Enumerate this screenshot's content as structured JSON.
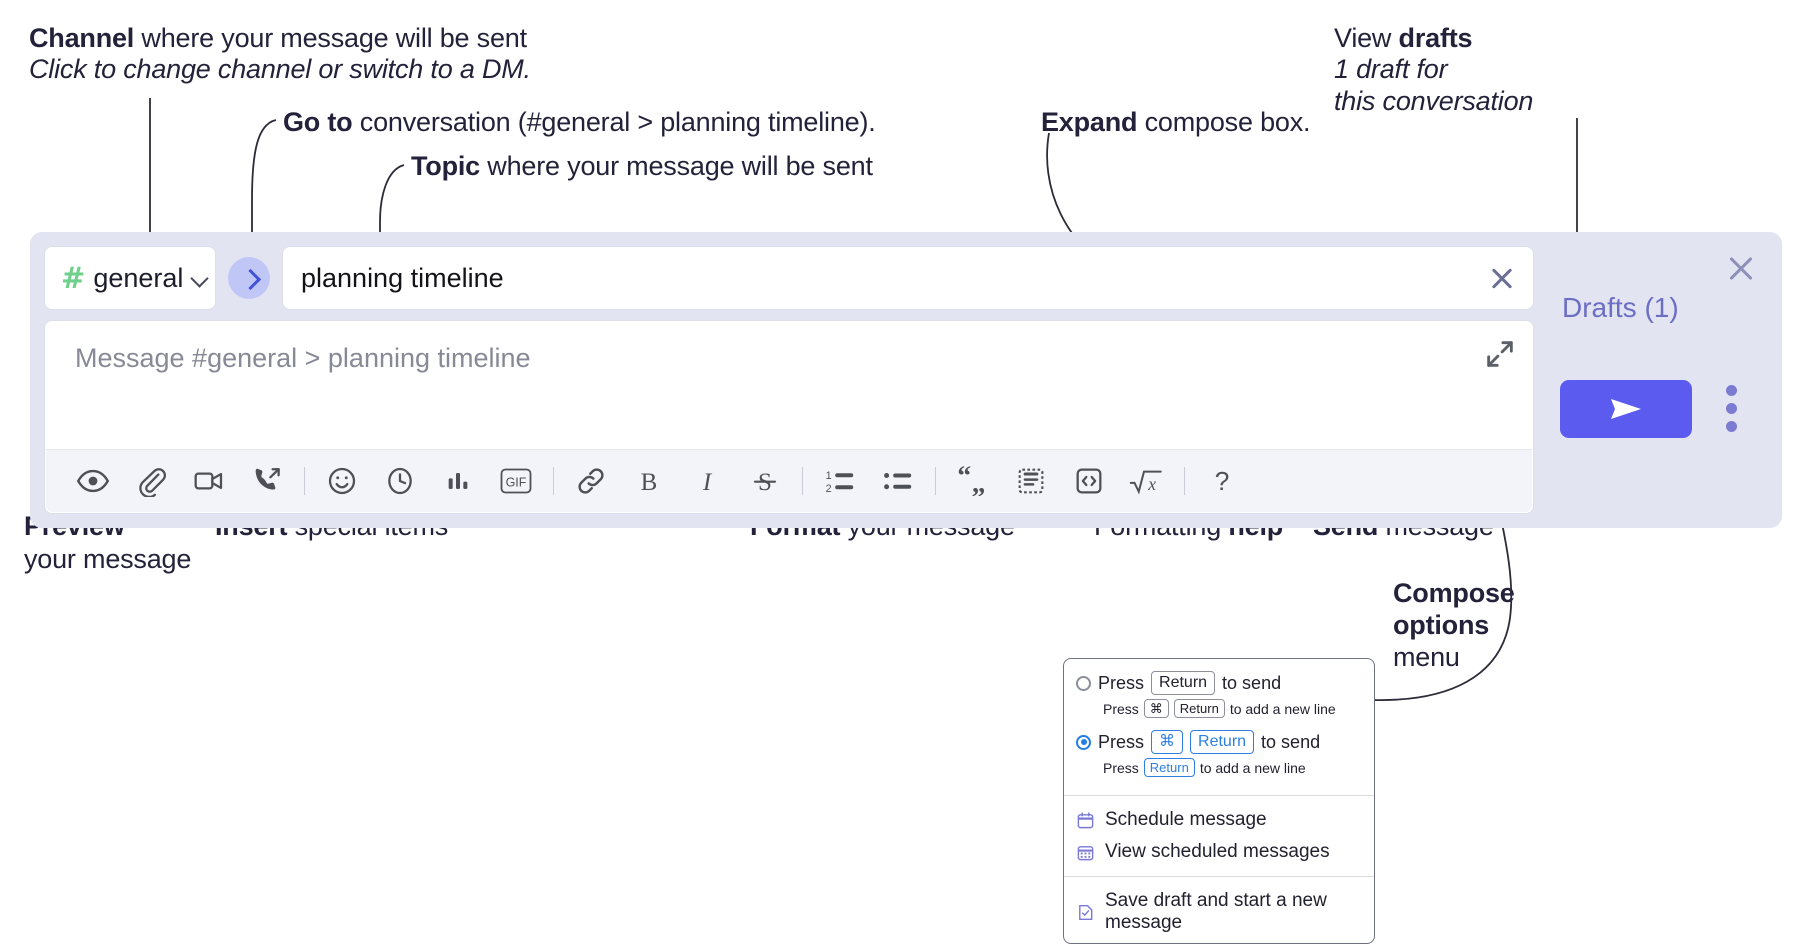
{
  "annotations": {
    "channel_title_bold": "Channel",
    "channel_title_rest": " where your message will be sent",
    "channel_sub": "Click to change channel or switch to a DM.",
    "goto_bold": "Go to",
    "goto_rest": " conversation (#general > planning timeline).",
    "topic_bold": "Topic",
    "topic_rest": " where your message will be sent",
    "expand_bold": "Expand",
    "expand_rest": " compose box.",
    "drafts_bold_pre": "View ",
    "drafts_bold": "drafts",
    "drafts_sub_line1": "1 draft for",
    "drafts_sub_line2": "this conversation",
    "preview_bold": "Preview",
    "preview_line2": "your message",
    "insert_bold": "Insert",
    "insert_rest": " special items",
    "format_bold": "Format",
    "format_rest": " your message",
    "help_pre": "Formatting ",
    "help_bold": "help",
    "send_bold": "Send",
    "send_rest": " message",
    "compose_bold_l1": "Compose",
    "compose_bold_l2": "options",
    "compose_l3": "menu"
  },
  "compose": {
    "channel": {
      "name": "general",
      "hash_glyph": "#",
      "hash_color": "#6fd08c"
    },
    "topic": {
      "value": "planning timeline"
    },
    "message": {
      "placeholder": "Message #general > planning timeline",
      "value": ""
    },
    "toolbar_items": [
      {
        "name": "preview-icon",
        "label": "Preview"
      },
      {
        "name": "attachment-icon",
        "label": "Attach file"
      },
      {
        "name": "video-icon",
        "label": "Video clip"
      },
      {
        "name": "audio-call-icon",
        "label": "Audio clip"
      },
      {
        "name": "emoji-icon",
        "label": "Emoji"
      },
      {
        "name": "clock-icon",
        "label": "Reminder"
      },
      {
        "name": "poll-icon",
        "label": "Poll"
      },
      {
        "name": "gif-icon",
        "label": "GIF"
      },
      {
        "name": "link-icon",
        "label": "Link"
      },
      {
        "name": "bold-icon",
        "label": "B"
      },
      {
        "name": "italic-icon",
        "label": "I"
      },
      {
        "name": "strikethrough-icon",
        "label": "S"
      },
      {
        "name": "ordered-list-icon",
        "label": "Ordered list"
      },
      {
        "name": "bulleted-list-icon",
        "label": "Bulleted list"
      },
      {
        "name": "blockquote-icon",
        "label": "Blockquote"
      },
      {
        "name": "code-block-icon",
        "label": "Code block"
      },
      {
        "name": "code-icon",
        "label": "Code"
      },
      {
        "name": "math-icon",
        "label": "Math"
      },
      {
        "name": "help-icon",
        "label": "?"
      }
    ]
  },
  "drafts": {
    "link_label": "Drafts (1)",
    "send_label": "Send",
    "accent": "#5b5bf0",
    "link_color": "#6b6ec4",
    "panel_bg": "#e3e4f2"
  },
  "compose_menu": {
    "option1": {
      "selected": false,
      "pre": "Press",
      "key": "Return",
      "post": "to send",
      "sub_pre": "Press",
      "sub_key1": "⌘",
      "sub_key2": "Return",
      "sub_post": "to add a new line"
    },
    "option2": {
      "selected": true,
      "pre": "Press",
      "key1": "⌘",
      "key2": "Return",
      "post": "to send",
      "sub_pre": "Press",
      "sub_key": "Return",
      "sub_post": "to add a new line"
    },
    "items": [
      {
        "icon": "calendar-icon",
        "label": "Schedule message"
      },
      {
        "icon": "calendar-grid-icon",
        "label": "View scheduled messages"
      },
      {
        "icon": "save-draft-icon",
        "label": "Save draft and start a new message"
      }
    ]
  }
}
